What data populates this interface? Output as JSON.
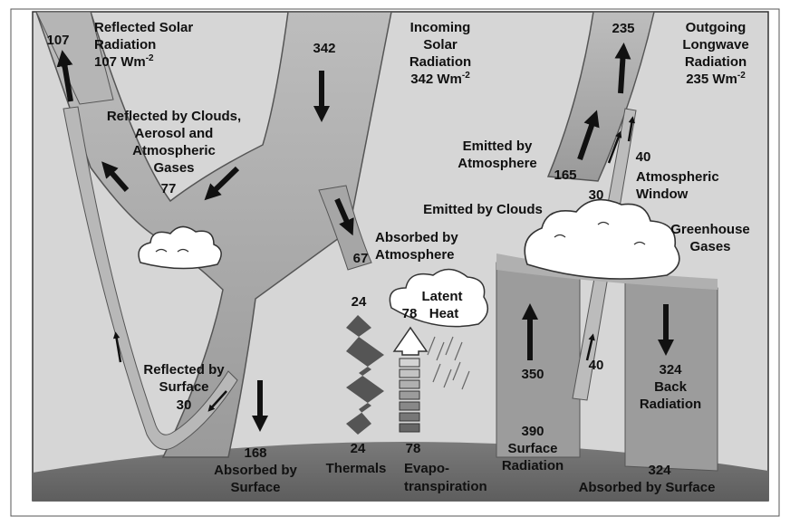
{
  "unit": "Wm",
  "unit_exp": "-2",
  "labels": {
    "reflected_solar": [
      "Reflected Solar",
      "Radiation"
    ],
    "reflected_solar_value": "107",
    "incoming_solar": [
      "Incoming",
      "Solar",
      "Radiation"
    ],
    "incoming_solar_value": "342",
    "outgoing_longwave": [
      "Outgoing",
      "Longwave",
      "Radiation"
    ],
    "outgoing_longwave_value": "235",
    "reflected_clouds": [
      "Reflected by Clouds,",
      "Aerosol and",
      "Atmospheric",
      "Gases"
    ],
    "reflected_clouds_value": "77",
    "reflected_surface": [
      "Reflected by",
      "Surface"
    ],
    "reflected_surface_value": "30",
    "absorbed_surface_solar": [
      "Absorbed by",
      "Surface"
    ],
    "absorbed_surface_solar_value": "168",
    "absorbed_atmosphere": [
      "Absorbed by",
      "Atmosphere"
    ],
    "absorbed_atmosphere_value": "67",
    "latent_heat": [
      "Latent",
      "Heat"
    ],
    "latent_heat_value": "78",
    "thermals_top_value": "24",
    "thermals": "Thermals",
    "thermals_value": "24",
    "evapo": [
      "Evapo-",
      "transpiration"
    ],
    "evapo_value": "78",
    "emitted_atmosphere": [
      "Emitted by",
      "Atmosphere"
    ],
    "emitted_atmosphere_value": "165",
    "emitted_clouds": "Emitted by Clouds",
    "emitted_clouds_value": "30",
    "window": [
      "Atmospheric",
      "Window"
    ],
    "window_value_top": "40",
    "window_value_low": "40",
    "greenhouse": [
      "Greenhouse",
      "Gases"
    ],
    "surface_up_value": "350",
    "surface_radiation": [
      "Surface",
      "Radiation"
    ],
    "surface_radiation_value": "390",
    "back_radiation": [
      "Back",
      "Radiation"
    ],
    "back_radiation_value": "324",
    "absorbed_by_surface": "Absorbed by Surface",
    "absorbed_by_surface_value": "324"
  },
  "colors": {
    "background": "#d7d7d7",
    "band": "#aaaaaa",
    "band_dark": "#8f8f8f",
    "earth": "#6f6f6f",
    "cloud": "#ffffff",
    "arrow": "#111111",
    "wave": "#555555"
  }
}
